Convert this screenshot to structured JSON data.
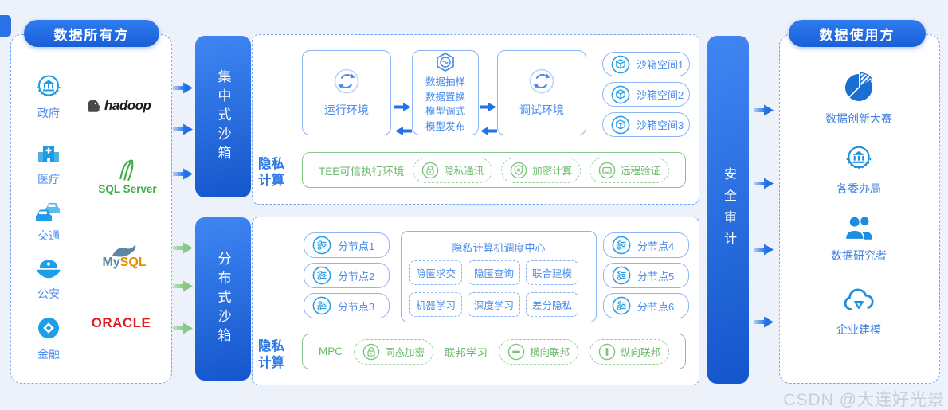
{
  "watermark": "CSDN @大连好光景",
  "colors": {
    "primary_blue": "#1f6ce0",
    "light_blue_border": "#74a4f4",
    "node_blue": "#4a8ced",
    "icon_cyan": "#29a0e6",
    "green": "#6cb96c",
    "green_border": "#86c886",
    "arrow_blue": "#2070e8",
    "arrow_green": "#85c985",
    "bar_gradient_start": "#3f86f3",
    "bar_gradient_end": "#1456cb",
    "watermark_gray": "#c8ced9"
  },
  "left_panel": {
    "title": "数据所有方",
    "sectors": [
      {
        "label": "政府",
        "icon": "government-emblem-icon"
      },
      {
        "label": "医疗",
        "icon": "hospital-icon"
      },
      {
        "label": "交通",
        "icon": "traffic-icon"
      },
      {
        "label": "公安",
        "icon": "police-icon"
      },
      {
        "label": "金融",
        "icon": "finance-icon"
      }
    ],
    "logos": {
      "hadoop": "hadoop",
      "sqlserver": "SQL Server",
      "mysql_my": "My",
      "mysql_sql": "SQL",
      "oracle": "ORACLE"
    }
  },
  "bars": {
    "centralized": "集中式沙箱",
    "distributed": "分布式沙箱",
    "audit": "安全审计"
  },
  "top_section": {
    "privacy_label": "隐私计算",
    "run_env": "运行环境",
    "pipeline": [
      "数据抽样",
      "数据置换",
      "模型调式",
      "模型发布"
    ],
    "debug_env": "调试环境",
    "sandbox_spaces": [
      "沙箱空间1",
      "沙箱空间2",
      "沙箱空间3"
    ],
    "tee_title": "TEE可信执行环境",
    "tee_chips": [
      "隐私通讯",
      "加密计算",
      "远程验证"
    ]
  },
  "bottom_section": {
    "privacy_label": "隐私计算",
    "nodes_left": [
      "分节点1",
      "分节点2",
      "分节点3"
    ],
    "nodes_right": [
      "分节点4",
      "分节点5",
      "分节点6"
    ],
    "scheduler_title": "隐私计算机调度中心",
    "scheduler_chips": [
      "隐匿求交",
      "隐匿查询",
      "联合建模",
      "机器学习",
      "深度学习",
      "差分隐私"
    ],
    "mpc": "MPC",
    "mpc_chip": "同态加密",
    "federated": "联邦学习",
    "federated_chips": [
      "横向联邦",
      "纵向联邦"
    ]
  },
  "right_panel": {
    "title": "数据使用方",
    "items": [
      {
        "label": "数据创新大赛",
        "icon": "pie-chart-icon"
      },
      {
        "label": "各委办局",
        "icon": "government-emblem-icon"
      },
      {
        "label": "数据研究者",
        "icon": "users-icon"
      },
      {
        "label": "企业建模",
        "icon": "cloud-modeling-icon"
      }
    ]
  }
}
